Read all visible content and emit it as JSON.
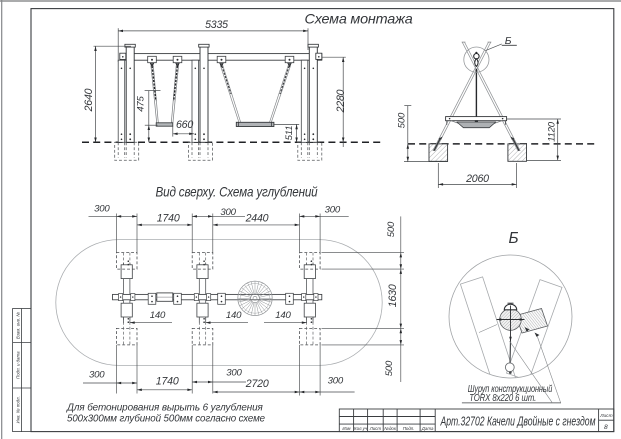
{
  "drawing": {
    "colors": {
      "paper": "#ffffff",
      "ink": "#33363a",
      "line": "#3a3d40",
      "light_line": "#9a9da0",
      "gray_fill": "#b3b6b9",
      "screen_edge": "#8d8f91"
    },
    "front_view": {
      "title": "Схема монтажа",
      "dims": {
        "overall_width": "5335",
        "overall_height": "2640",
        "seat_height": "475",
        "seat_clearance": "660",
        "nest_seat_height": "511",
        "beam_height": "2280"
      }
    },
    "side_view": {
      "detail_callout": "Б",
      "dims": {
        "embed_depth": "500",
        "nest_height": "1120",
        "base_width": "2060"
      }
    },
    "plan_view": {
      "title": "Вид сверху. Схема углублений",
      "dims_top": [
        "300",
        "1740",
        "300",
        "2440",
        "300"
      ],
      "dims_bottom": [
        "300",
        "1740",
        "300",
        "2720",
        "300"
      ],
      "dims_right": [
        "500",
        "1630",
        "500"
      ],
      "dims_beam": [
        "140",
        "140",
        "140"
      ]
    },
    "detail_view": {
      "label": "Б",
      "note_line1": "Шуруп конструкционный",
      "note_line2": "TORX 8x220  6 шт."
    },
    "note": {
      "line1": "Для бетонирования вырыть 6 углубления",
      "line2": "500х300мм глубиной 500мм согласно схеме"
    },
    "title_block": {
      "designation": "Арт.32702 Качели Двойные с гнездом",
      "sheet_label": "Лист",
      "sheet_number": "8",
      "columns": [
        "Изм",
        "Кол.уч",
        "Лист",
        "№док",
        "Подп.",
        "Дата"
      ]
    },
    "margin_labels": {
      "box1": "Взам. инв. №",
      "box2": "Подп. и дата",
      "box3": "Инв. № подл."
    }
  }
}
